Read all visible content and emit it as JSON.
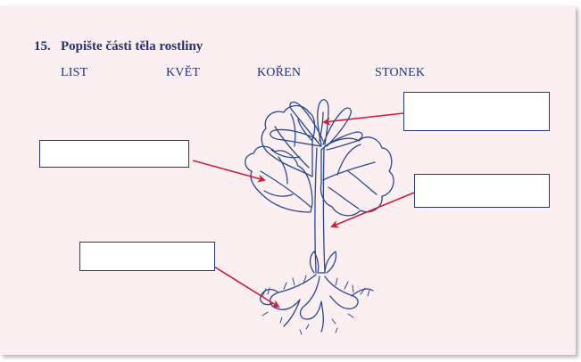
{
  "exercise": {
    "number": "15.",
    "title": "Popište části těla rostliny",
    "words": [
      "LIST",
      "KVĚT",
      "KOŘEN",
      "STONEK"
    ]
  },
  "answer_boxes": [
    {
      "id": "flower",
      "value": ""
    },
    {
      "id": "leaf",
      "value": ""
    },
    {
      "id": "stem",
      "value": ""
    },
    {
      "id": "root",
      "value": ""
    }
  ],
  "colors": {
    "background": "#fbeff2",
    "text": "#1f3470",
    "arrow": "#c8203f",
    "drawing": "#2a4a8c"
  },
  "illustration": "plant-drawing"
}
